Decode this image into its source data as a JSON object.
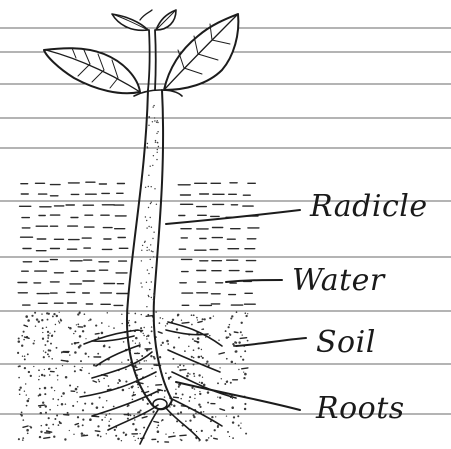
{
  "labels": {
    "radicle": "Radicle",
    "water": "Water",
    "soil": "Soil",
    "roots": "Roots"
  },
  "colors": {
    "paper": "#ffffff",
    "ink": "#1c1c1c",
    "ruled_lines": "#6a6a6a"
  }
}
